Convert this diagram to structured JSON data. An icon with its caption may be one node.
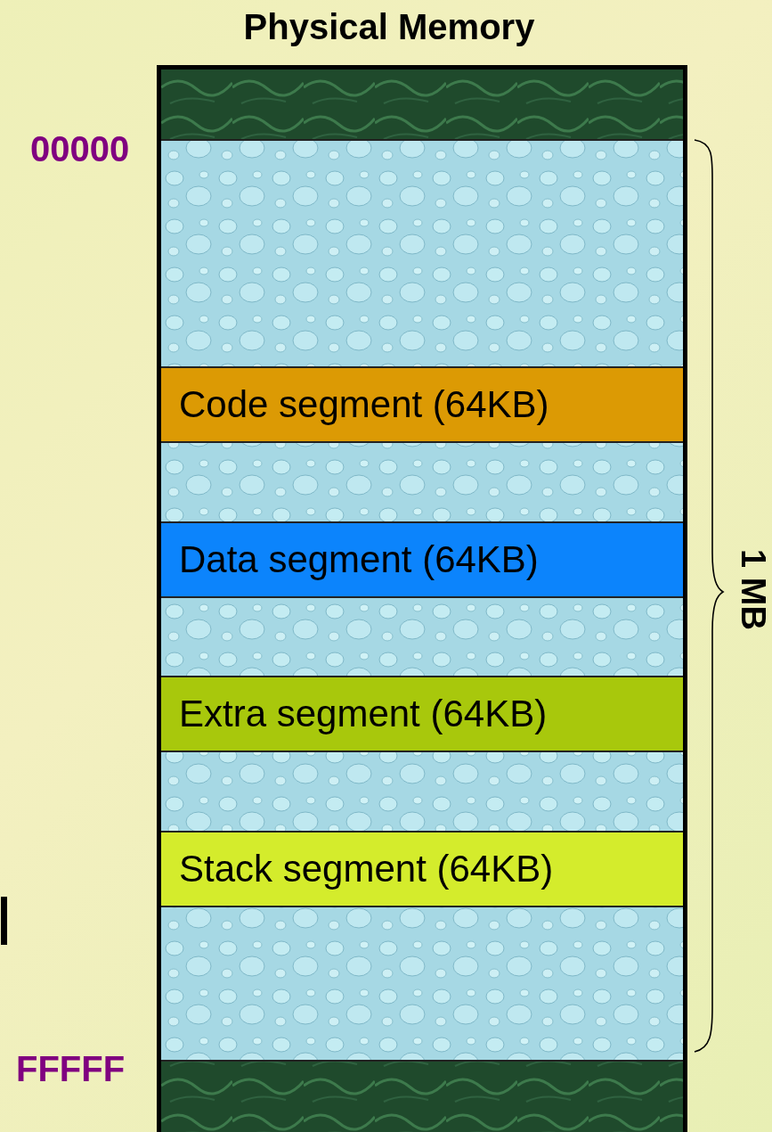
{
  "diagram": {
    "nodes": [
      {
        "text": [
          "Physical Memory"
        ]
      },
      {
        "text": [
          "Code segment (64KB)"
        ],
        "in": 0
      },
      {
        "text": [
          "Data segment (64KB)"
        ],
        "in": 0
      },
      {
        "text": [
          "Extra segment (64KB)"
        ],
        "in": 0
      },
      {
        "text": [
          "Stack segment (64KB)"
        ],
        "in": 0
      }
    ],
    "labels": [
      "00000",
      "FFFFF",
      "1 MB"
    ]
  }
}
